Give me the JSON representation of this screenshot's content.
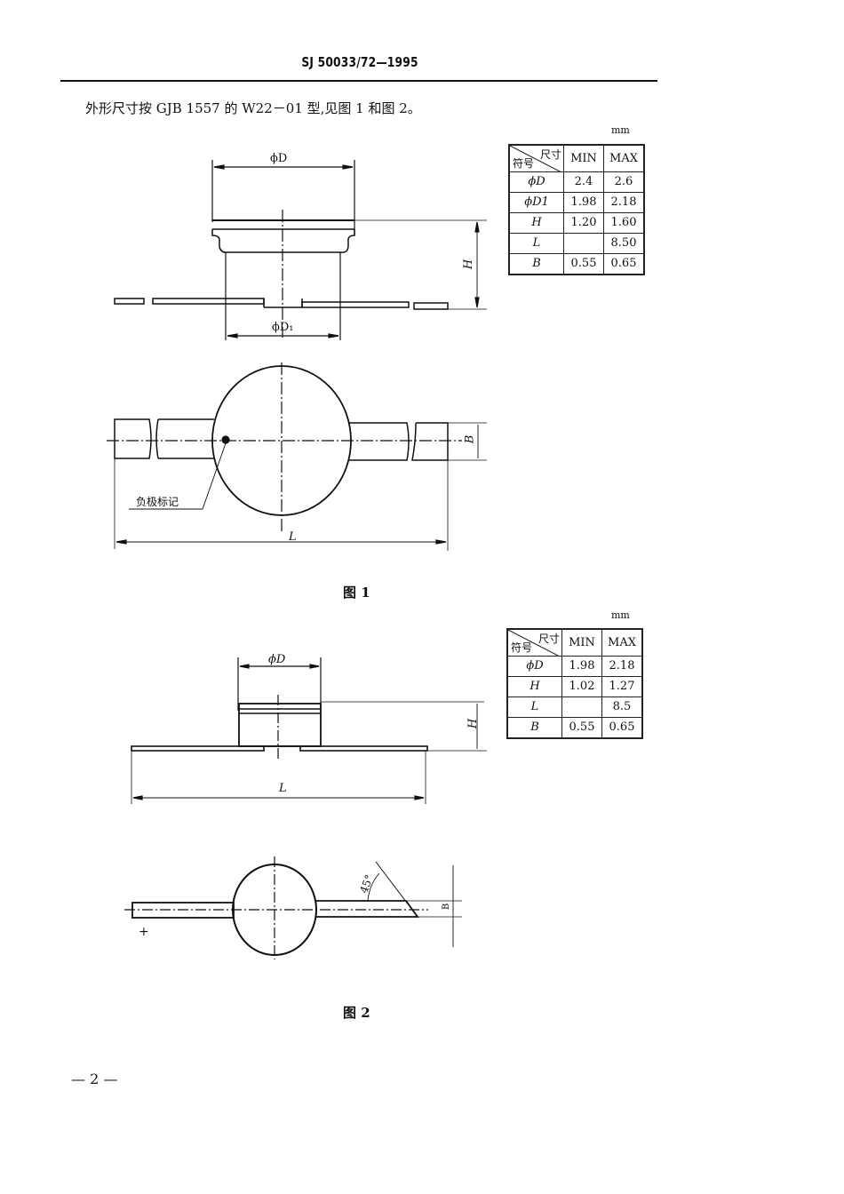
{
  "header": {
    "code": "SJ 50033/72—1995"
  },
  "intro_text": "外形尺寸按 GJB 1557 的 W22－01 型,见图 1 和图 2。",
  "figure1": {
    "caption": "图 1",
    "unit": "mm",
    "labels": {
      "phiD": "ϕD",
      "phiD1": "ϕD₁",
      "H": "H",
      "B": "B",
      "L": "L",
      "neg_mark": "负极标记"
    },
    "table": {
      "corner_top": "尺寸",
      "corner_bottom": "符号",
      "col_min": "MIN",
      "col_max": "MAX",
      "rows": [
        {
          "symbol": "ϕD",
          "min": "2.4",
          "max": "2.6"
        },
        {
          "symbol": "ϕD1",
          "min": "1.98",
          "max": "2.18"
        },
        {
          "symbol": "H",
          "min": "1.20",
          "max": "1.60"
        },
        {
          "symbol": "L",
          "min": "",
          "max": "8.50"
        },
        {
          "symbol": "B",
          "min": "0.55",
          "max": "0.65"
        }
      ]
    }
  },
  "figure2": {
    "caption": "图 2",
    "unit": "mm",
    "labels": {
      "phiD": "ϕD",
      "H": "H",
      "L": "L",
      "B": "B",
      "angle": "45°",
      "plus": "+"
    },
    "table": {
      "corner_top": "尺寸",
      "corner_bottom": "符号",
      "col_min": "MIN",
      "col_max": "MAX",
      "rows": [
        {
          "symbol": "ϕD",
          "min": "1.98",
          "max": "2.18"
        },
        {
          "symbol": "H",
          "min": "1.02",
          "max": "1.27"
        },
        {
          "symbol": "L",
          "min": "",
          "max": "8.5"
        },
        {
          "symbol": "B",
          "min": "0.55",
          "max": "0.65"
        }
      ]
    }
  },
  "page_number": "— 2 —"
}
